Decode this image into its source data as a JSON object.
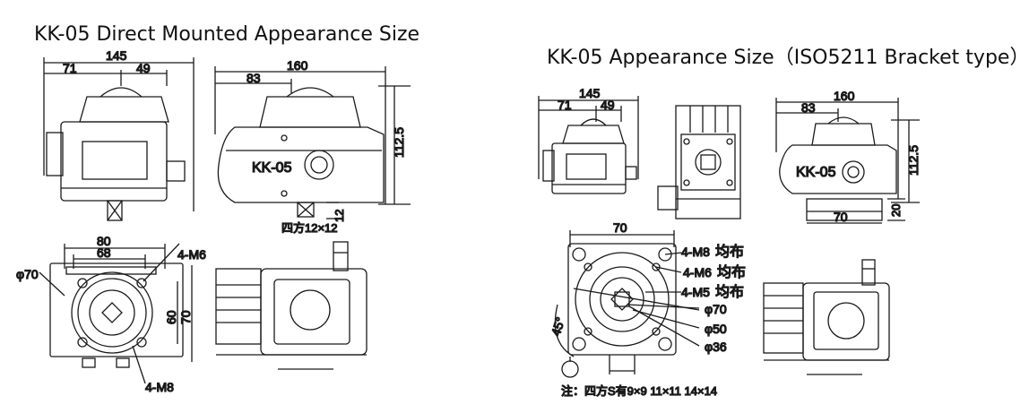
{
  "titles": {
    "left": "KK-05 Direct Mounted Appearance Size",
    "right": "KK-05 Appearance Size（ISO5211 Bracket type）"
  },
  "left": {
    "front": {
      "width_total": "145",
      "width_a": "71",
      "width_b": "49"
    },
    "side": {
      "width_total": "160",
      "width_a": "83",
      "height": "112.5",
      "model": "KK-05",
      "shaft": "12",
      "square_note": "四方12×12"
    },
    "bottom": {
      "outer": "80",
      "inner": "68",
      "bolt": "4-M6",
      "diameter": "φ70",
      "h1": "60",
      "h2": "70",
      "bolt2": "4-M8"
    }
  },
  "right": {
    "front": {
      "width_total": "145",
      "width_a": "71",
      "width_b": "49"
    },
    "side": {
      "width_total": "160",
      "width_a": "83",
      "height": "112.5",
      "model": "KK-05",
      "base": "70",
      "base_h": "20"
    },
    "flange": {
      "width": "70",
      "b1": "4-M8",
      "b1s": "均布",
      "b2": "4-M6",
      "b2s": "均布",
      "b3": "4-M5",
      "b3s": "均布",
      "d1": "φ70",
      "d2": "φ50",
      "d3": "φ36",
      "angle": "45°",
      "note": "注：四方S有9×9 11×11   14×14"
    }
  }
}
